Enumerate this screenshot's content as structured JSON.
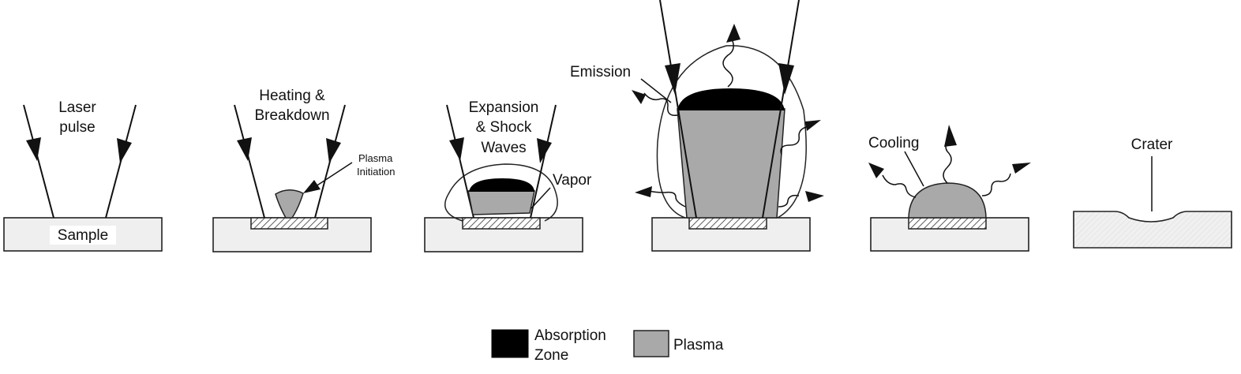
{
  "stages": [
    {
      "id": "stage-1",
      "labels": [
        "Laser",
        "pulse"
      ],
      "sample_label": "Sample"
    },
    {
      "id": "stage-2",
      "labels": [
        "Heating &",
        "Breakdown"
      ],
      "callout": [
        "Plasma",
        "Initiation"
      ]
    },
    {
      "id": "stage-3",
      "labels": [
        "Expansion",
        "& Shock",
        "Waves"
      ],
      "callout": [
        "Vapor"
      ]
    },
    {
      "id": "stage-4",
      "labels": [
        "Emission"
      ]
    },
    {
      "id": "stage-5",
      "labels": [
        "Cooling"
      ]
    },
    {
      "id": "stage-6",
      "labels": [
        "Crater"
      ]
    }
  ],
  "legend": {
    "absorption": [
      "Absorption",
      "Zone"
    ],
    "plasma": "Plasma"
  },
  "colors": {
    "absorption_zone": "#000000",
    "plasma": "#a9a9a9",
    "sample": "#efefef",
    "outline": "#222222"
  }
}
